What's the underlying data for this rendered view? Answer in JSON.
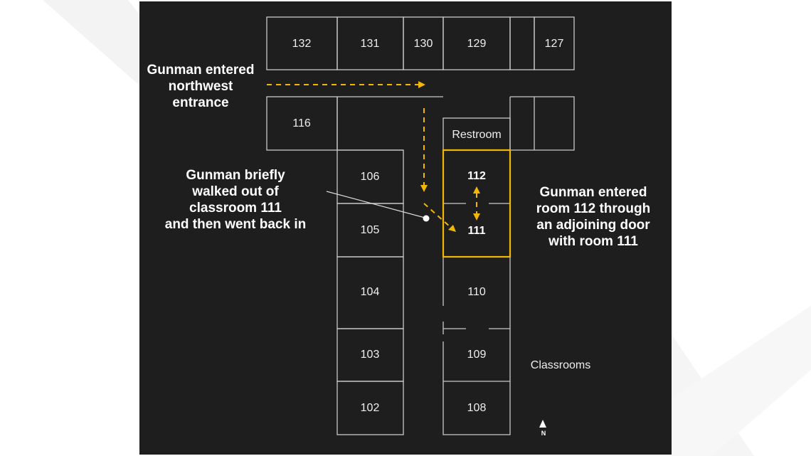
{
  "colors": {
    "panel": "#1e1e1e",
    "walls": "#c9c9c9",
    "highlight": "#f2b705",
    "text": "#ffffff"
  },
  "rooms": {
    "r132": "132",
    "r131": "131",
    "r130": "130",
    "r129": "129",
    "r127": "127",
    "r116": "116",
    "restroom": "Restroom",
    "r106": "106",
    "r105": "105",
    "r112": "112",
    "r111": "111",
    "r104": "104",
    "r110": "110",
    "r103": "103",
    "r109": "109",
    "r102": "102",
    "r108": "108"
  },
  "annotations": {
    "entered": [
      "Gunman entered",
      "northwest",
      "entrance"
    ],
    "briefly": [
      "Gunman briefly",
      "walked out of",
      "classroom 111",
      "and then went back in"
    ],
    "adjoining": [
      "Gunman entered",
      "room 112 through",
      "an adjoining door",
      "with room 111"
    ]
  },
  "legend": {
    "classrooms": "Classrooms"
  },
  "icons": {
    "compass": "north-arrow-icon"
  }
}
